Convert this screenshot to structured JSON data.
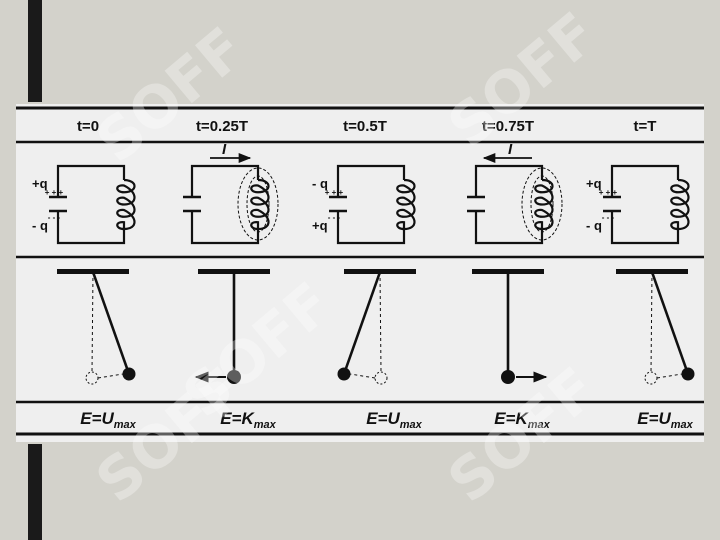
{
  "times": [
    "t=0",
    "t=0.25T",
    "t=0.5T",
    "t=0.75T",
    "t=T"
  ],
  "charges": [
    {
      "top": "+q",
      "bottom": "- q"
    },
    {
      "top": "",
      "bottom": ""
    },
    {
      "top": "- q",
      "bottom": "+q"
    },
    {
      "top": "",
      "bottom": ""
    },
    {
      "top": "+q",
      "bottom": "- q"
    }
  ],
  "currents": [
    "",
    "I",
    "",
    "I",
    ""
  ],
  "current_direction": [
    "",
    "right",
    "",
    "left",
    ""
  ],
  "energy": [
    {
      "main": "E=U",
      "sub": "max"
    },
    {
      "main": "E=K",
      "sub": "max"
    },
    {
      "main": "E=U",
      "sub": "max"
    },
    {
      "main": "E=K",
      "sub": "max"
    },
    {
      "main": "E=U",
      "sub": "max"
    }
  ],
  "watermark": "SOFF",
  "colors": {
    "background": "#d3d2cb",
    "panel": "#efefef",
    "ink": "#111111",
    "side_bar": "#1a1a1a"
  }
}
